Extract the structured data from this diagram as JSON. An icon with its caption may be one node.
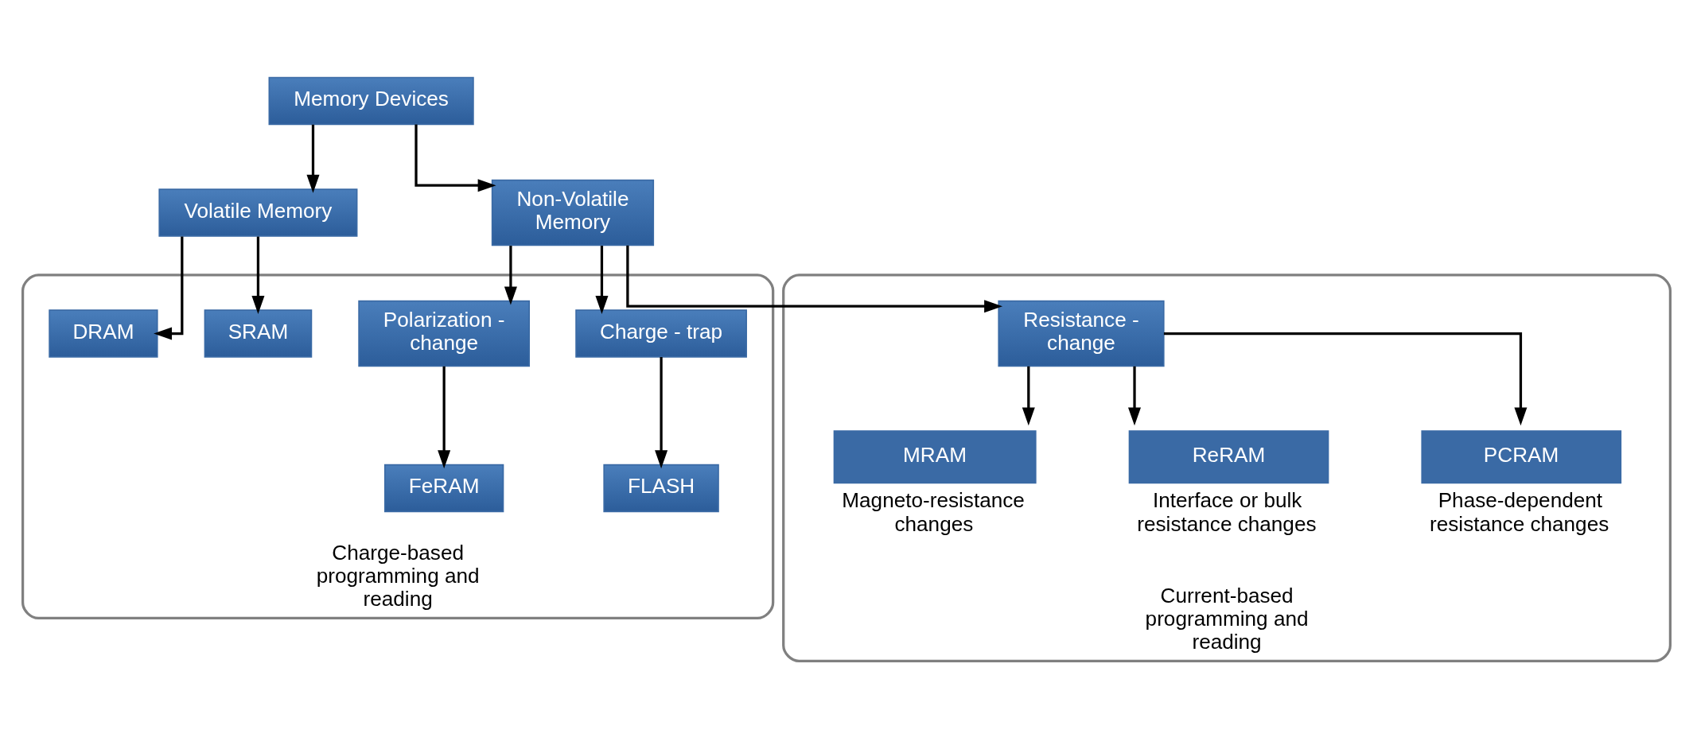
{
  "diagram": {
    "nodes": [
      {
        "text": [
          "Memory Devices"
        ]
      },
      {
        "text": [
          "Volatile Memory"
        ]
      },
      {
        "text": [
          "Non-Volatile Memory"
        ]
      },
      {
        "text": [
          "Charge-based programming and reading"
        ]
      },
      {
        "text": [
          "SRAM"
        ],
        "in": 3
      },
      {
        "text": [
          "DRAM"
        ],
        "in": 3
      },
      {
        "text": [
          "Charge - trap"
        ],
        "in": 3
      },
      {
        "text": [
          "Polarization - change"
        ],
        "in": 3
      },
      {
        "text": [
          "FLASH"
        ],
        "in": 3
      },
      {
        "text": [
          "FeRAM"
        ],
        "in": 3
      },
      {
        "text": [
          "Current-based programming and reading"
        ]
      },
      {
        "text": [
          "Resistance - change"
        ],
        "in": 10
      },
      {
        "text": [
          "MRAM"
        ],
        "in": 10,
        "beside": [
          "Magneto-resistance changes"
        ]
      },
      {
        "text": [
          "ReRAM"
        ],
        "in": 10,
        "beside": [
          "Interface or bulk resistance changes"
        ]
      },
      {
        "text": [
          "PCRAM"
        ],
        "in": 10,
        "beside": [
          "Phase-dependent resistance changes"
        ]
      }
    ],
    "edges": [
      {
        "from": 0,
        "to": 1,
        "arrow": "to"
      },
      {
        "from": 0,
        "to": 2,
        "arrow": "to"
      },
      {
        "from": 1,
        "to": 4,
        "arrow": "to"
      },
      {
        "from": 1,
        "to": 5,
        "arrow": "to"
      },
      {
        "from": 2,
        "to": 6,
        "arrow": "to"
      },
      {
        "from": 2,
        "to": 7,
        "arrow": "to"
      },
      {
        "from": 2,
        "to": 11,
        "arrow": "to"
      },
      {
        "from": 6,
        "to": 8,
        "arrow": "to"
      },
      {
        "from": 7,
        "to": 9,
        "arrow": "to"
      },
      {
        "from": 11,
        "to": 12,
        "arrow": "to"
      },
      {
        "from": 11,
        "to": 13,
        "arrow": "to"
      },
      {
        "from": 11,
        "to": 14,
        "arrow": "to"
      }
    ]
  }
}
